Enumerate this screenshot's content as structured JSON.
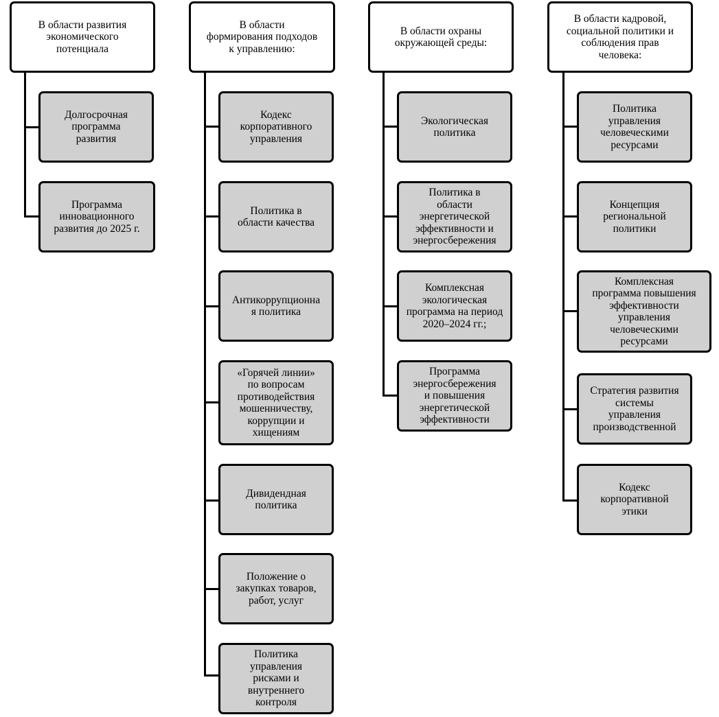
{
  "columns": [
    {
      "header": "В области развития\nэкономического\nпотенциала",
      "items": [
        "Долгосрочная\nпрограмма\nразвития",
        "Программа\nинновационного\nразвития до 2025 г."
      ]
    },
    {
      "header": "В области\nформирования подходов\nк управлению:",
      "items": [
        "Кодекс\nкорпоративного\nуправления",
        "Политика в\nобласти качества",
        "Антикоррупционна\nя политика",
        "«Горячей линии»\nпо вопросам\nпротиводействия\nмошенничеству,\nкоррупции и\nхищениям",
        "Дивидендная\nполитика",
        "Положение о\nзакупках товаров,\nработ, услуг",
        "Политика\nуправления\nрисками и\nвнутреннего\nконтроля"
      ]
    },
    {
      "header": "В области охраны\nокружающей среды:",
      "items": [
        "Экологическая\nполитика",
        "Политика в\nобласти\nэнергетической\nэффективности и\nэнергосбережения",
        "Комплексная\nэкологическая\nпрограмма на период\n2020–2024 гг.;",
        "Программа\nэнергосбережения\nи повышения\nэнергетической\nэффективности"
      ]
    },
    {
      "header": "В области кадровой,\nсоциальной политики и\nсоблюдения прав\nчеловека:",
      "items": [
        "Политика\nуправления\nчеловеческими\nресурсами",
        "Концепция\nрегиональной\nполитики",
        "Комплексная\nпрограмма повышения\nэффективности\nуправления\nчеловеческими\nресурсами",
        "Стратегия развития\nсистемы\nуправления\nпроизводственной",
        "Кодекс\nкорпоративной\nэтики"
      ]
    }
  ]
}
